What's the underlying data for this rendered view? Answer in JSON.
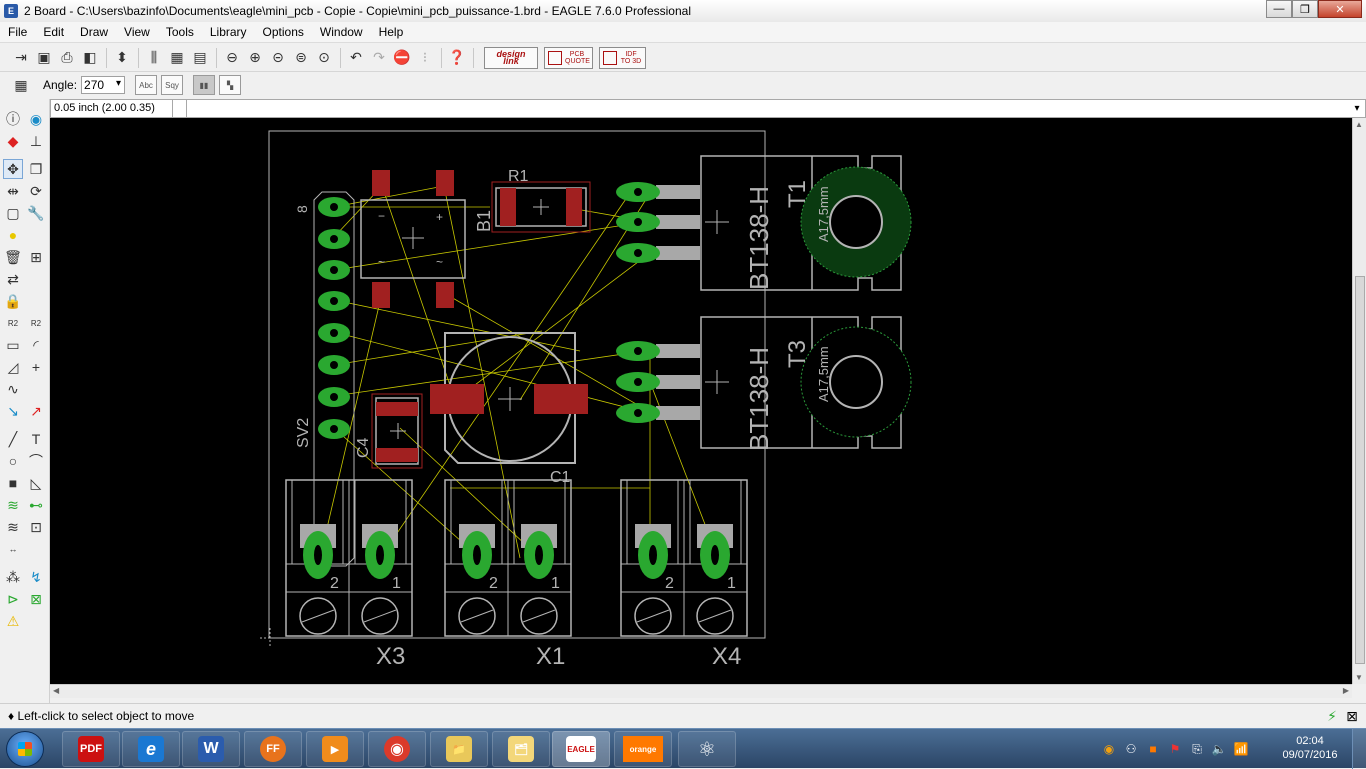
{
  "window": {
    "title": "2 Board - C:\\Users\\bazinfo\\Documents\\eagle\\mini_pcb - Copie - Copie\\mini_pcb_puissance-1.brd - EAGLE 7.6.0 Professional",
    "minimize": "—",
    "maximize": "❐",
    "close": "✕"
  },
  "menu": [
    "File",
    "Edit",
    "Draw",
    "View",
    "Tools",
    "Library",
    "Options",
    "Window",
    "Help"
  ],
  "toolbar1": {
    "design_link": "design link",
    "pcb_quote": "PCB QUOTE",
    "idf_3d": "IDF TO 3D"
  },
  "toolbar2": {
    "angle_label": "Angle:",
    "angle_value": "270",
    "abc_toggle": "Abc",
    "sqy_toggle": "Sqy"
  },
  "commandline": {
    "coordinates": "0.05 inch (2.00 0.35)",
    "input_value": ""
  },
  "board": {
    "components": {
      "r1": "R1",
      "b1": "B1",
      "t1": "T1",
      "t3": "T3",
      "bt_top": "BT138-H",
      "bt_bottom": "BT138-H",
      "heatsink_top": "A17,5mm",
      "heatsink_bottom": "A17,5mm",
      "c1": "C1",
      "c4": "C4",
      "sv2": "SV2",
      "sv2_pin": "8",
      "x3": "X3",
      "x1": "X1",
      "x4": "X4"
    },
    "pins": {
      "x3_a": "2",
      "x3_b": "1",
      "x1_a": "2",
      "x1_b": "1",
      "x4_a": "2",
      "x4_b": "1"
    },
    "bridge_marks": {
      "minus": "−",
      "plus": "+",
      "ac1": "~",
      "ac2": "~"
    },
    "colors": {
      "background": "#000000",
      "outline": "#b4b4b4",
      "pad": "#2aa830",
      "smd": "#a12020",
      "airwire": "#c8c800",
      "heatsink": "#2a9a3a"
    }
  },
  "status": {
    "message": "♦ Left-click to select object to move"
  },
  "taskbar": {
    "apps": [
      {
        "name": "acrobat",
        "label": "PDF"
      },
      {
        "name": "internet-explorer",
        "label": "e"
      },
      {
        "name": "word",
        "label": "W"
      },
      {
        "name": "firefox",
        "label": "FF"
      },
      {
        "name": "media-player",
        "label": "▶"
      },
      {
        "name": "chrome",
        "label": "◉"
      },
      {
        "name": "explorer",
        "label": "📁"
      },
      {
        "name": "folder",
        "label": "🗂"
      },
      {
        "name": "eagle",
        "label": "EAGLE"
      },
      {
        "name": "orange",
        "label": "orange"
      },
      {
        "name": "atom",
        "label": "⚛"
      }
    ],
    "clock_time": "02:04",
    "clock_date": "09/07/2016"
  }
}
